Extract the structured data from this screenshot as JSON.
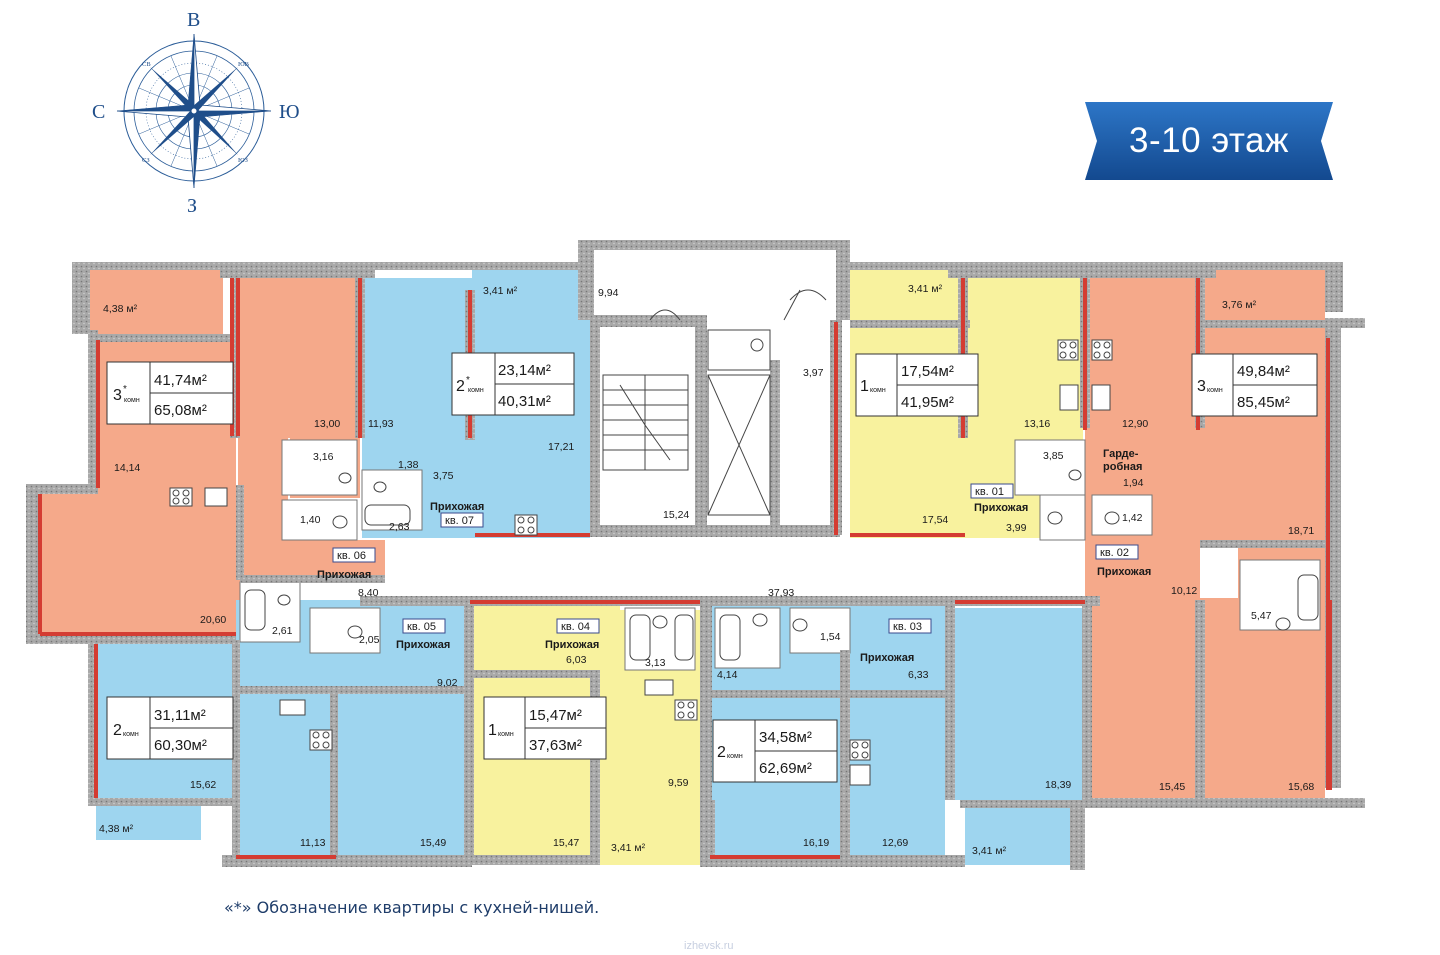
{
  "floor_label": "3-10 этаж",
  "footnote": "«*» Обозначение квартиры с кухней-нишей.",
  "watermark": "izhevsk.ru",
  "compass": {
    "north": "В",
    "south": "З",
    "west": "С",
    "east": "Ю",
    "ne": "ЮВ",
    "nw": "СВ",
    "se": "ЮЗ",
    "sw": "СЗ"
  },
  "colors": {
    "salmon": "#f5a98a",
    "blue": "#9ed5ef",
    "yellow": "#f8f29e",
    "wall": "#8f8f8f",
    "accent_red": "#d43c32",
    "badge": "#1c5fb0"
  },
  "apartments": [
    {
      "id": "kv06",
      "label": "кв. 06",
      "rooms": "3",
      "star": "*",
      "unit": "комн",
      "living": "41,74м²",
      "total": "65,08м²"
    },
    {
      "id": "kv07",
      "label": "кв. 07",
      "rooms": "2",
      "star": "*",
      "unit": "комн",
      "living": "23,14м²",
      "total": "40,31м²"
    },
    {
      "id": "kv01",
      "label": "кв. 01",
      "rooms": "1",
      "star": "",
      "unit": "комн",
      "living": "17,54м²",
      "total": "41,95м²"
    },
    {
      "id": "kv02",
      "label": "кв. 02",
      "rooms": "3",
      "star": "",
      "unit": "комн",
      "living": "49,84м²",
      "total": "85,45м²"
    },
    {
      "id": "kv05",
      "label": "кв. 05",
      "rooms": "2",
      "star": "",
      "unit": "комн",
      "living": "31,11м²",
      "total": "60,30м²"
    },
    {
      "id": "kv04",
      "label": "кв. 04",
      "rooms": "1",
      "star": "",
      "unit": "комн",
      "living": "15,47м²",
      "total": "37,63м²"
    },
    {
      "id": "kv03",
      "label": "кв. 03",
      "rooms": "2",
      "star": "",
      "unit": "комн",
      "living": "34,58м²",
      "total": "62,69м²"
    }
  ],
  "hallway": "Прихожая",
  "wardrobe": [
    "Гарде-",
    "робная"
  ],
  "areas": {
    "a438top": "4,38 м²",
    "a1300": "13,00",
    "a1193": "11,93",
    "a341a": "3,41 м²",
    "a994": "9,94",
    "a341b": "3,41 м²",
    "a376": "3,76 м²",
    "a1414": "14,14",
    "a316": "3,16",
    "a138": "1,38",
    "a375": "3,75",
    "a1721": "17,21",
    "a140": "1,40",
    "a263": "2,63",
    "a1524": "15,24",
    "a397": "3,97",
    "a1316": "13,16",
    "a1290": "12,90",
    "a385": "3,85",
    "a194": "1,94",
    "a142": "1,42",
    "a1754": "17,54",
    "a399": "3,99",
    "a1871": "18,71",
    "a840": "8,40",
    "a3793": "37,93",
    "a1012": "10,12",
    "a2060": "20,60",
    "a261": "2,61",
    "a205": "2,05",
    "a603": "6,03",
    "a313": "3,13",
    "a154": "1,54",
    "a547": "5,47",
    "a414": "4,14",
    "a633": "6,33",
    "a902": "9,02",
    "a1562": "15,62",
    "a959": "9,59",
    "a1839": "18,39",
    "a1545": "15,45",
    "a1568": "15,68",
    "a438bot": "4,38 м²",
    "a1113": "11,13",
    "a1549": "15,49",
    "a1547": "15,47",
    "a341c": "3,41 м²",
    "a1619": "16,19",
    "a1269": "12,69",
    "a341d": "3,41 м²"
  }
}
